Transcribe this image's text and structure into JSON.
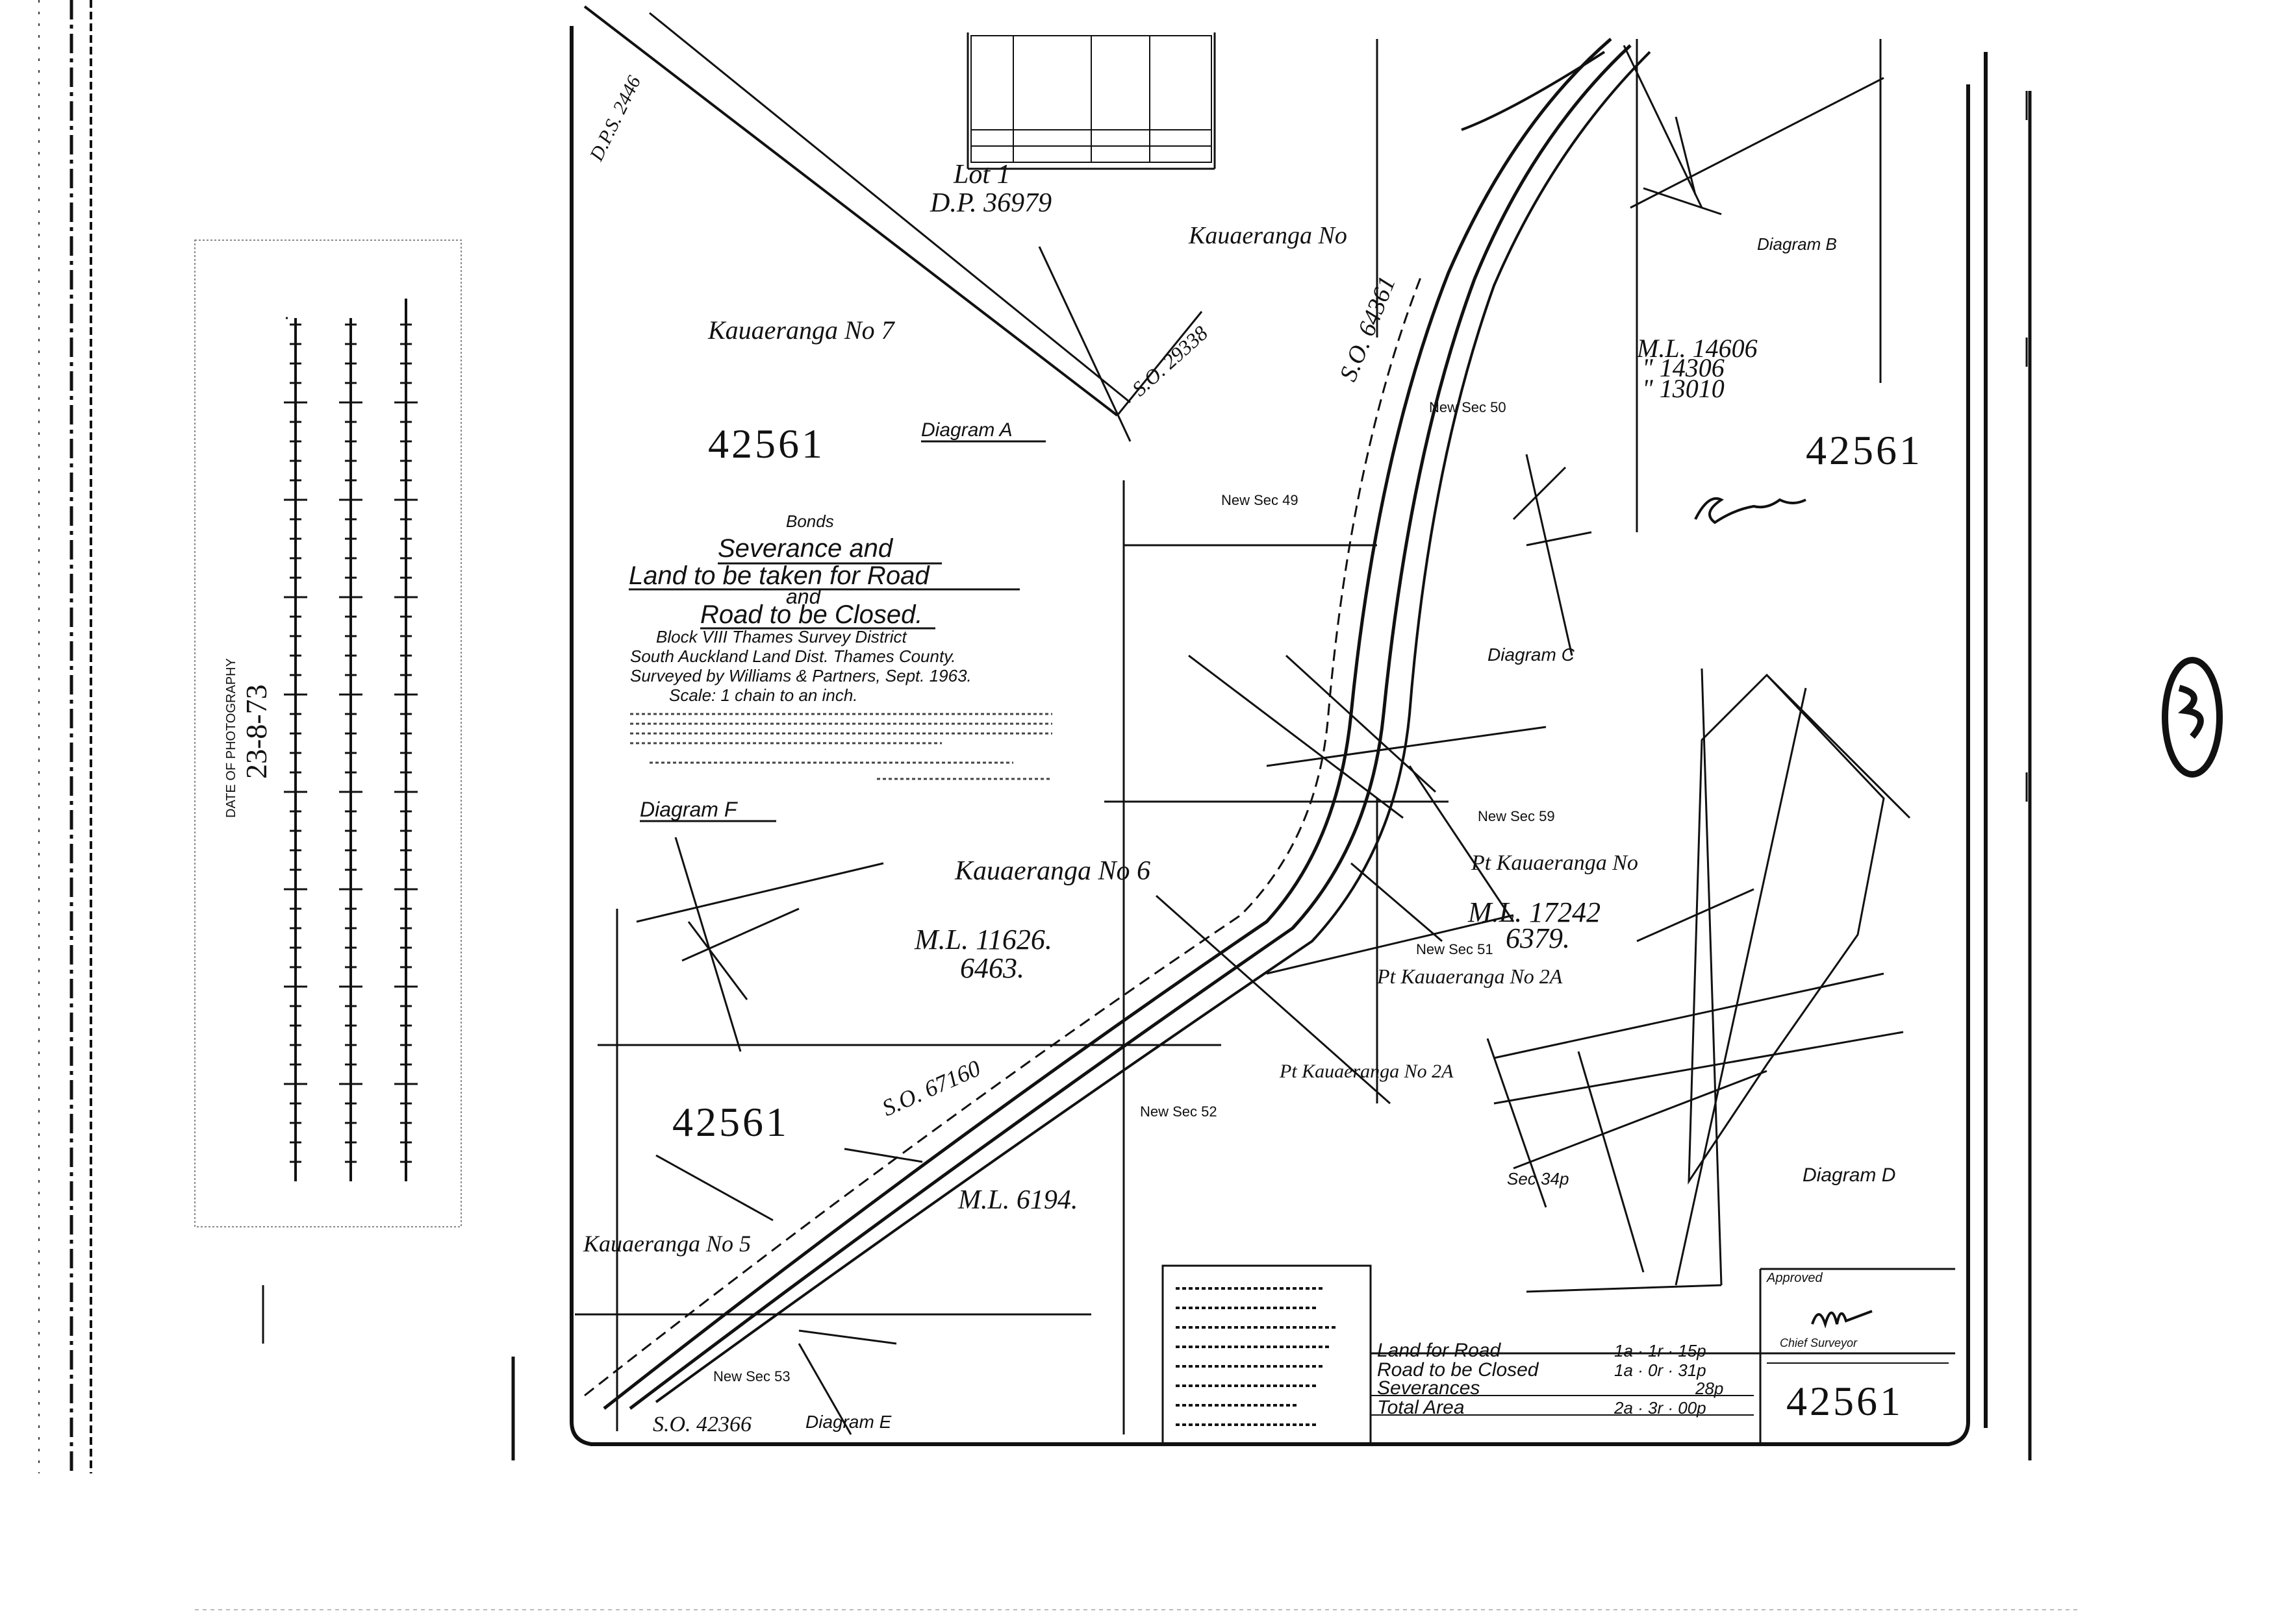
{
  "plan_number": "42561",
  "title_block": {
    "heading_small": "Bonds",
    "lines": [
      "Severance and",
      "Land to be taken for Road",
      "and",
      "Road to be Closed."
    ],
    "district_lines": [
      "Block VIII Thames Survey District",
      "South Auckland Land Dist. Thames County.",
      "Surveyed by Williams & Partners, Sept. 1963.",
      "Scale: 1 chain to an inch."
    ]
  },
  "photo_strip": {
    "date_label": "DATE OF PHOTOGRAPHY",
    "date_value": "23-8-73"
  },
  "labels": {
    "dps": "D.P.S. 2446",
    "lot": "Lot 1",
    "dp": "D.P. 36979",
    "kaueranga_no7": "Kauaeranga No 7",
    "so_29338": "S.O. 29338",
    "diagram_a": "Diagram A",
    "kaueranga_no_top": "Kauaeranga No",
    "so_64361": "S.O. 64361",
    "ml_top": [
      "M.L. 14606",
      "\" 14306",
      "\" 13010"
    ],
    "diagram_b": "Diagram B",
    "new_sec_50": "New Sec 50",
    "new_sec_49": "New Sec 49",
    "diagram_c": "Diagram C",
    "diagram_f": "Diagram F",
    "kaueranga_no6": "Kauaeranga No 6",
    "ml_mid": [
      "M.L. 11626.",
      "6463."
    ],
    "new_sec_59": "New Sec 59",
    "pt_kaueranga_top": "Pt Kauaeranga No",
    "ml_right": [
      "M.L. 17242",
      "6379."
    ],
    "new_sec_51": "New Sec 51",
    "pt_kaueranga_mid": "Pt Kauaeranga No 2A",
    "pt_kaueranga_low": "Pt Kauaeranga No 2A",
    "so_67160": "S.O. 67160",
    "new_sec_52": "New Sec 52",
    "kaueranga_no5": "Kauaeranga No 5",
    "ml_low": "M.L. 6194.",
    "new_sec_53": "New Sec 53",
    "so_42366": "S.O. 42366",
    "diagram_e": "Diagram E",
    "diagram_d": "Diagram D",
    "sec_label": "Sec 34p"
  },
  "area_table": [
    {
      "label": "Land for Road",
      "value": "1a · 1r · 15p"
    },
    {
      "label": "Road to be Closed",
      "value": "1a · 0r · 31p"
    },
    {
      "label": "Severances",
      "value": "28p"
    },
    {
      "label": "Total Area",
      "value": "2a · 3r · 00p"
    }
  ],
  "approved_label": "Approved",
  "chief_surveyor": "Chief Surveyor",
  "colors": {
    "ink": "#111111",
    "paper": "#ffffff"
  }
}
